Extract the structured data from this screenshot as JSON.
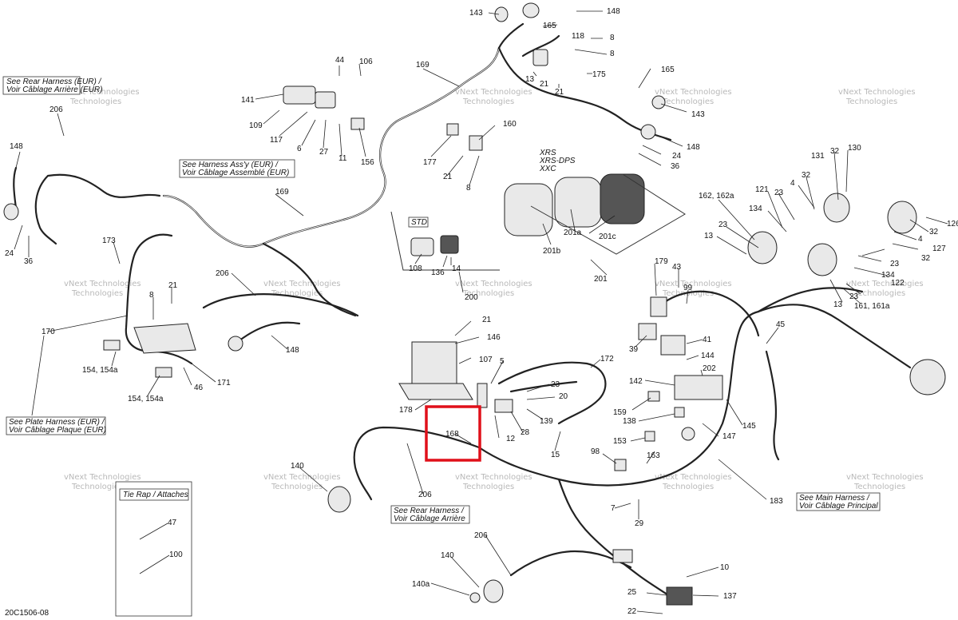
{
  "diagram_code": "20C1506-08",
  "highlight_label": "168",
  "notes": {
    "rear_harness_eur_1": "See Rear Harness (EUR) /",
    "rear_harness_eur_2": "Voir Câblage Arrière (EUR)",
    "harness_assy_eur_1": "See Harness Ass'y (EUR) /",
    "harness_assy_eur_2": "Voir Câblage Assemblé (EUR)",
    "plate_harness_eur_1": "See Plate Harness (EUR) /",
    "plate_harness_eur_2": "Voir Câblage Plaque (EUR)",
    "rear_harness_1": "See Rear Harness /",
    "rear_harness_2": "Voir Câblage Arrière",
    "main_harness_1": "See Main Harness /",
    "main_harness_2": "Voir Câblage Principal",
    "std": "STD",
    "xrs_1": "XRS",
    "xrs_2": "XRS-DPS",
    "xrs_3": "XXC",
    "tie_rap": "Tie Rap / Attaches"
  },
  "watermark": {
    "line1": "vNext Technologies",
    "line2": "Technologies"
  },
  "labels": {
    "l143a": "143",
    "l148a": "148",
    "l165a": "165",
    "l118": "118",
    "l8a": "8",
    "l8b": "8",
    "l13a": "13",
    "l21a": "21",
    "l175": "175",
    "l21b": "21",
    "l44": "44",
    "l106": "106",
    "l169a": "169",
    "l165b": "165",
    "l143b": "143",
    "l141": "141",
    "l109": "109",
    "l117": "117",
    "l6": "6",
    "l27": "27",
    "l11": "11",
    "l156": "156",
    "l177": "177",
    "l21c": "21",
    "l160": "160",
    "l8c": "8",
    "l148b": "148",
    "l24a": "24",
    "l36a": "36",
    "l206a": "206",
    "l148c": "148",
    "l24b": "24",
    "l36b": "36",
    "l169b": "169",
    "l131": "131",
    "l32a": "32",
    "l130": "130",
    "l162": "162, 162a",
    "l121": "121",
    "l23a": "23",
    "l4a": "4",
    "l32b": "32",
    "l126": "126",
    "l134a": "134",
    "l23b": "23",
    "l13b": "13",
    "l32c": "32",
    "l4b": "4",
    "l127": "127",
    "l32d": "32",
    "l23c": "23",
    "l134b": "134",
    "l122": "122",
    "l13c": "13",
    "l23d": "23",
    "l161": "161, 161a",
    "l201a": "201a",
    "l201c": "201c",
    "l201b": "201b",
    "l201": "201",
    "l108": "108",
    "l136": "136",
    "l14": "14",
    "l200": "200",
    "l173": "173",
    "l21d": "21",
    "l8d": "8",
    "l206b": "206",
    "l148d": "148",
    "l170": "170",
    "l154a": "154, 154a",
    "l154b": "154, 154a",
    "l46": "46",
    "l171": "171",
    "l179": "179",
    "l43": "43",
    "l99": "99",
    "l45": "45",
    "l39": "39",
    "l41": "41",
    "l144": "144",
    "l202": "202",
    "l142": "142",
    "l159": "159",
    "l138": "138",
    "l147": "147",
    "l145": "145",
    "l153": "153",
    "l163": "163",
    "l98": "98",
    "l183": "183",
    "l7": "7",
    "l29": "29",
    "l21e": "21",
    "l146": "146",
    "l107": "107",
    "l5": "5",
    "l172": "172",
    "l23e": "23",
    "l20": "20",
    "l178": "178",
    "l168": "168",
    "l28": "28",
    "l139": "139",
    "l12": "12",
    "l15": "15",
    "l140a": "140",
    "l206c": "206",
    "l206d": "206",
    "l140b": "140",
    "l140c": "140a",
    "l10": "10",
    "l25": "25",
    "l137": "137",
    "l22": "22",
    "l47": "47",
    "l100": "100"
  }
}
